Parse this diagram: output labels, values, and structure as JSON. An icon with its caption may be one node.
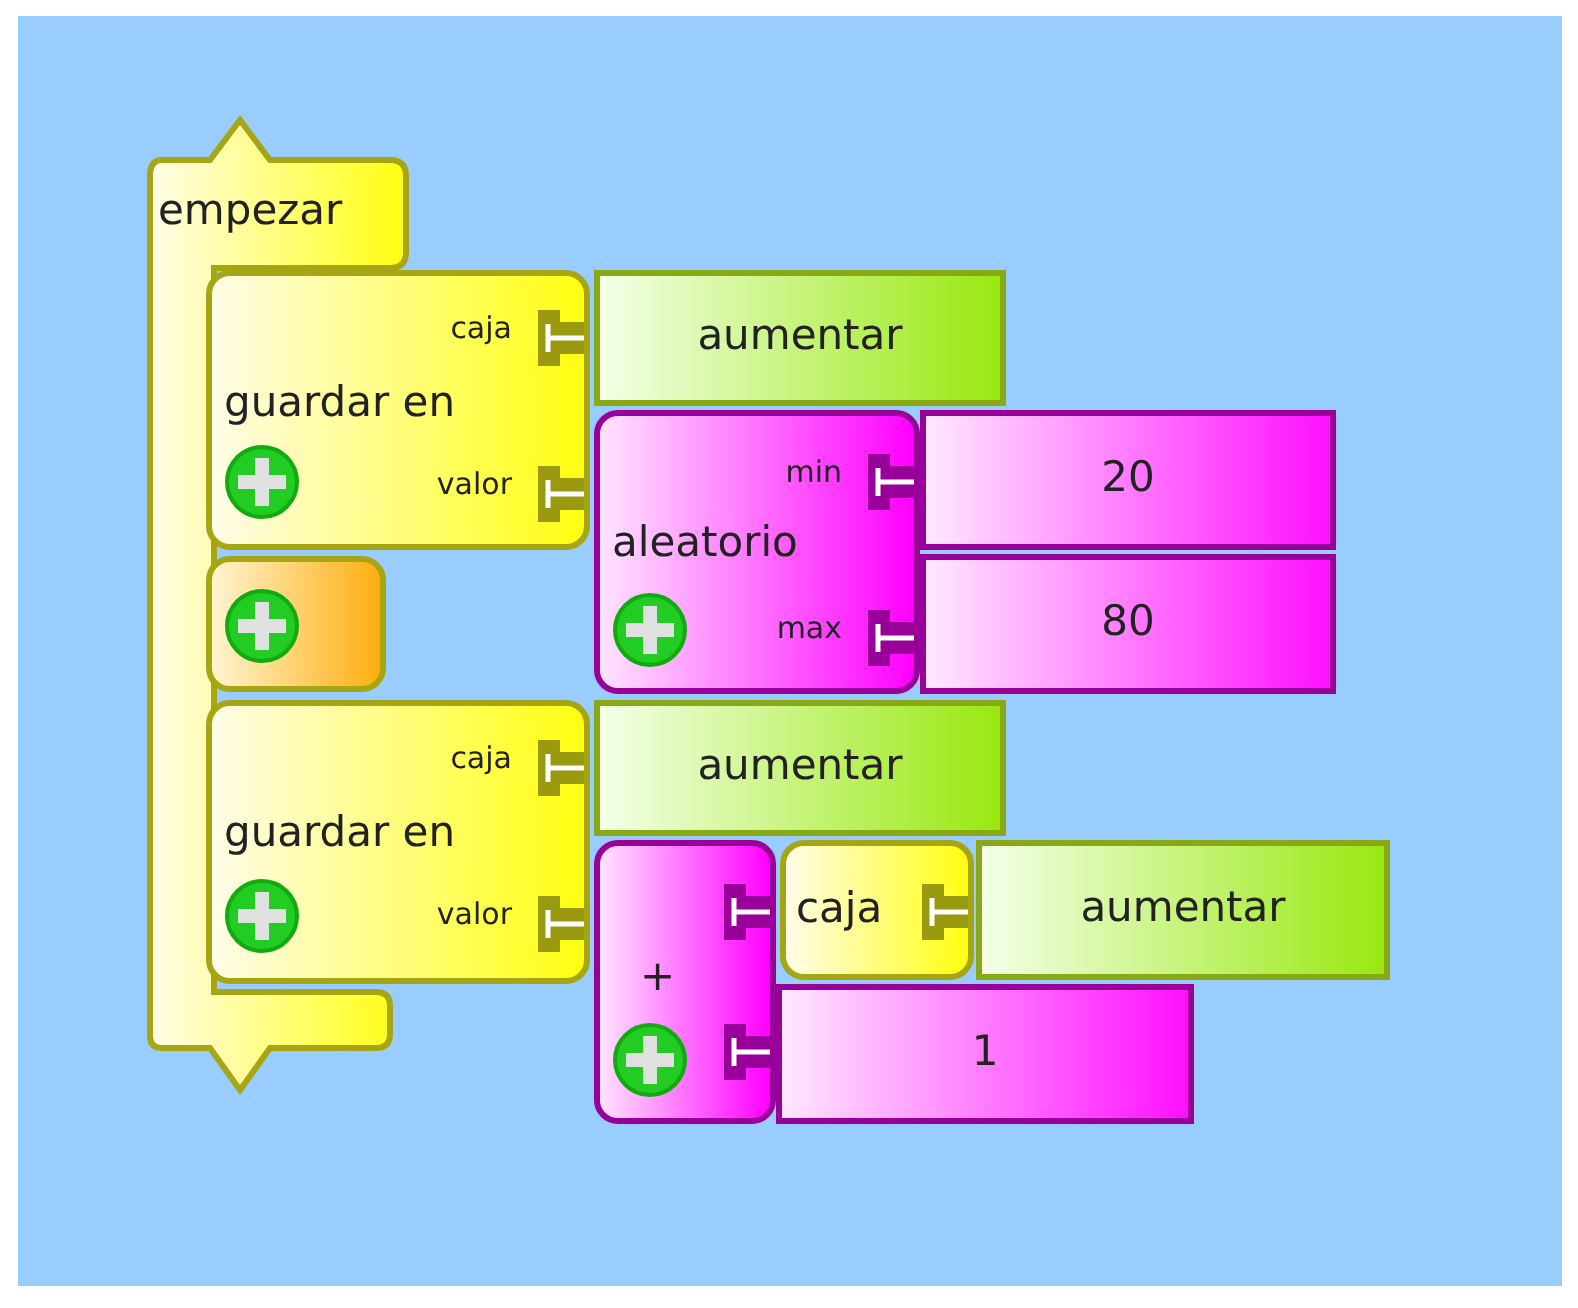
{
  "diagram": {
    "nodes": [
      {
        "text": [
          "empezar"
        ]
      },
      {
        "text": [
          "caja",
          "guardar en",
          "valor"
        ]
      },
      {
        "text": [
          "aumentar"
        ]
      },
      {
        "text": [
          "min",
          "aleatorio",
          "max"
        ]
      },
      {
        "text": [
          "20"
        ]
      },
      {
        "text": [
          "80"
        ]
      },
      {
        "text": [],
        "shape": "box"
      },
      {
        "text": [
          "caja",
          "guardar en",
          "valor"
        ]
      },
      {
        "text": [
          "aumentar"
        ]
      },
      {
        "text": [
          "+"
        ]
      },
      {
        "text": [
          "caja"
        ]
      },
      {
        "text": [
          "aumentar"
        ]
      },
      {
        "text": [
          "1"
        ]
      }
    ]
  }
}
